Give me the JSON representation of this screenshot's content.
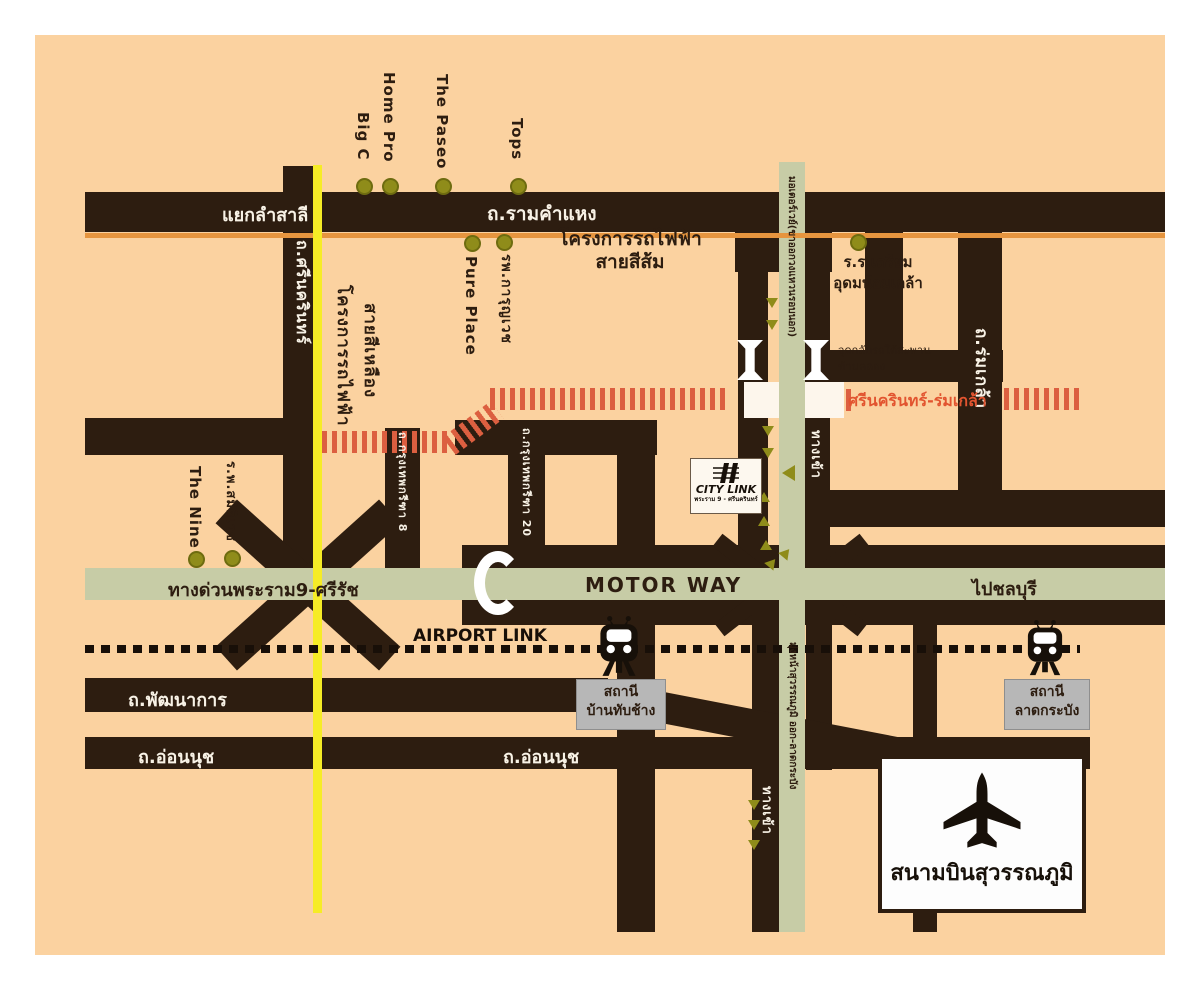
{
  "colors": {
    "map_bg": "#fbd2a0",
    "road": "#2d1d10",
    "motorway_green": "#c7cca6",
    "poi_olive": "#8f8c1a",
    "yellow_line": "#f6ec26",
    "orange_line": "#e6953f",
    "rail_hatch_red": "#dc5f40",
    "rail_text_red": "#e2542f",
    "station_gray": "#b7b7b7"
  },
  "roads": {
    "lam_sali_junction": "แยกลำสาลี",
    "ramkhamhaeng": "ถ.รามคำแหง",
    "srinagarindra": "ถ.ศรีนครินทร์",
    "romklao": "ถ.ร่มเกล้า",
    "krungthep_kreetha_8": "ถ.กรุงเทพกรีฑา 8",
    "krungthep_kreetha_20": "ถ.กรุงเทพกรีฑา 20",
    "phatthanakan": "ถ.พัฒนาการ",
    "on_nut": "ถ.อ่อนนุช",
    "motorway": "MOTOR WAY",
    "rama9_expressway": "ทางด่วนพระราม9-ศรีรัช",
    "to_chonburi": "ไปชลบุรี",
    "entrance": "ทางเข้า",
    "ring_road_north": "มอเตอร์เวย์(ขาออกวงแหวนรอบนอก)",
    "airport_access_south": "มุ่งหน้าสุวรรณภูมิ ออก-ลาดกระบัง"
  },
  "transit": {
    "airport_link": "AIRPORT LINK",
    "orange_line_1": "โครงการรถไฟฟ้า",
    "orange_line_2": "สายสีส้ม",
    "yellow_line_1": "โครงการรถไฟฟ้า",
    "yellow_line_2": "สายสีเหลือง",
    "srinakarin_romklao": "ศรีนครินทร์-ร่มเกล้า",
    "u_turn_note_1": "จุดกลับรถใต้สะพาน",
    "u_turn_note_2": "ข้ามคลอง",
    "station_1_line1": "สถานี",
    "station_1_line2": "บ้านทับช้าง",
    "station_2_line1": "สถานี",
    "station_2_line2": "ลาดกระบัง"
  },
  "places": {
    "big_c": "Big C",
    "home_pro": "Home Pro",
    "the_paseo": "The Paseo",
    "tops": "Tops",
    "pure_place": "Pure Place",
    "karunvej_hospital": "รพ.การุญเวช",
    "school_line1": "ร.ร.เตรียม",
    "school_line2": "อุดมน้อมเกล้า",
    "the_nine": "The Nine",
    "samitivej_hospital": "ร.พ.สมิติเวช",
    "city_link_name": "CITY LINK",
    "city_link_sub": "พระราม 9 - ศรีนครินทร์",
    "suvarnabhumi_airport": "สนามบินสุวรรณภูมิ"
  }
}
